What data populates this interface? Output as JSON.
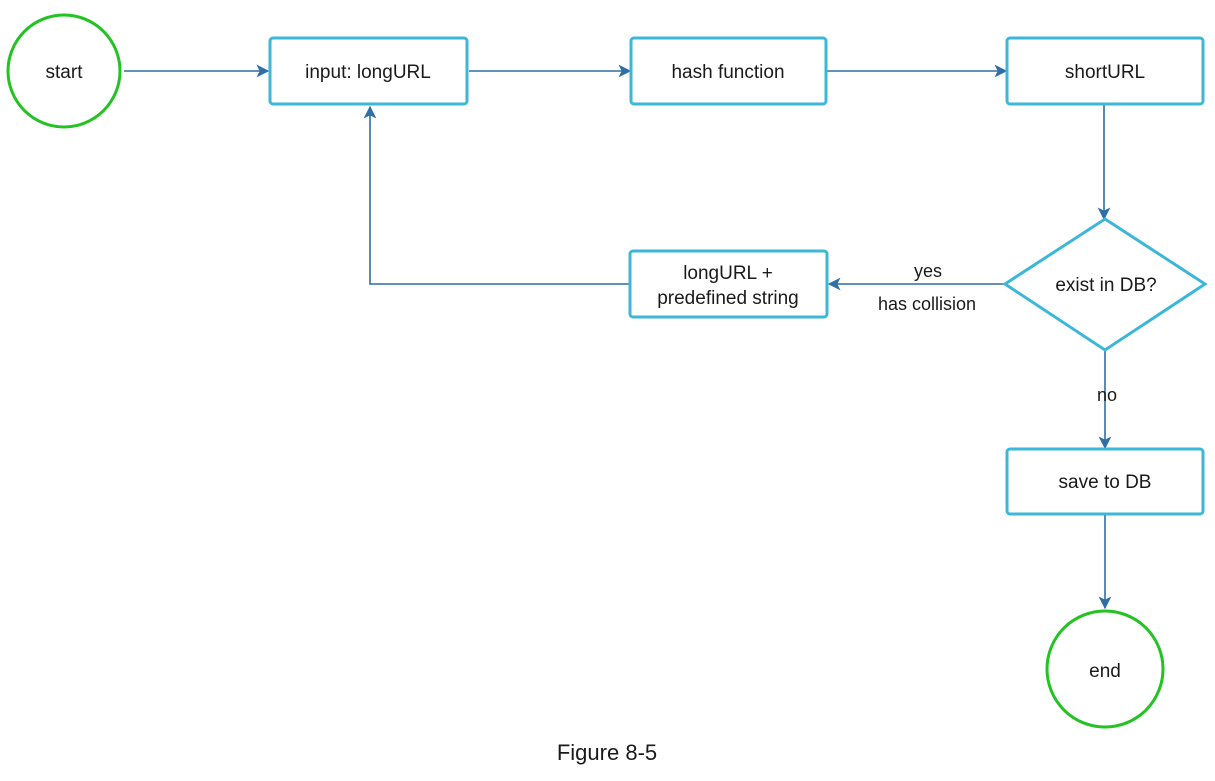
{
  "colors": {
    "terminal_stroke": "#22c322",
    "process_stroke": "#3bb7d8",
    "arrow": "#2f6fa5",
    "text": "#1a1a1a"
  },
  "nodes": {
    "start": {
      "label": "start",
      "shape": "circle"
    },
    "input": {
      "label": "input: longURL",
      "shape": "rect"
    },
    "hash": {
      "label": "hash function",
      "shape": "rect"
    },
    "short": {
      "label": "shortURL",
      "shape": "rect"
    },
    "decision": {
      "label": "exist in DB?",
      "shape": "diamond"
    },
    "collision": {
      "label_line1": "longURL +",
      "label_line2": "predefined string",
      "shape": "rect"
    },
    "save": {
      "label": "save to DB",
      "shape": "rect"
    },
    "end": {
      "label": "end",
      "shape": "circle"
    }
  },
  "edges": {
    "yes_label": "yes",
    "collision_label": "has collision",
    "no_label": "no"
  },
  "caption": "Figure 8-5"
}
